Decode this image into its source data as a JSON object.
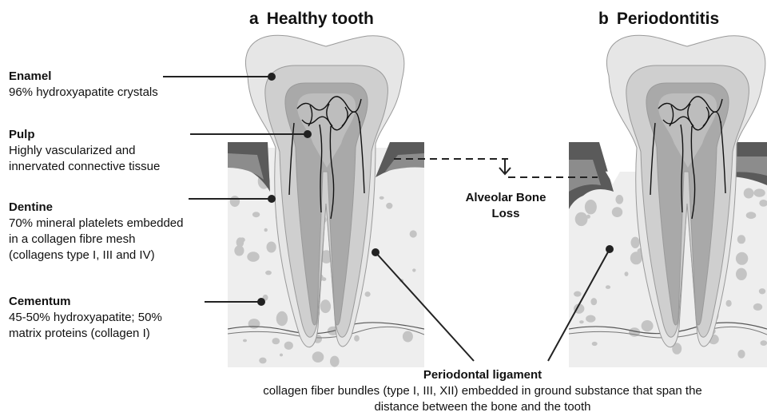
{
  "panels": {
    "a": {
      "letter": "a",
      "title": "Healthy tooth"
    },
    "b": {
      "letter": "b",
      "title": "Periodontitis"
    }
  },
  "labels": {
    "enamel": {
      "head": "Enamel",
      "lines": [
        "96% hydroxyapatite crystals"
      ]
    },
    "pulp": {
      "head": "Pulp",
      "lines": [
        "Highly vascularized and",
        "innervated connective tissue"
      ]
    },
    "dentine": {
      "head": "Dentine",
      "lines": [
        "70% mineral platelets embedded",
        "in a collagen fibre mesh",
        "(collagens type I, III and IV)"
      ]
    },
    "cementum": {
      "head": "Cementum",
      "lines": [
        "45-50% hydroxyapatite; 50%",
        "matrix proteins (collagen I)"
      ]
    }
  },
  "bone_loss": {
    "line1": "Alveolar Bone",
    "line2": "Loss"
  },
  "periodontal_ligament": {
    "head": "Periodontal ligament",
    "line1": "collagen fiber bundles (type I, III, XII) embedded in ground substance that span the",
    "line2": "distance between the bone and the tooth"
  },
  "colors": {
    "enamel": "#e6e6e6",
    "dentine": "#cfcfcf",
    "pulp": "#a9a9a9",
    "bone": "#eeeeee",
    "bone_spots": "#c4c4c4",
    "gum_dark": "#5a5a5a",
    "gum_mid": "#8c8c8c",
    "line": "#222222"
  }
}
